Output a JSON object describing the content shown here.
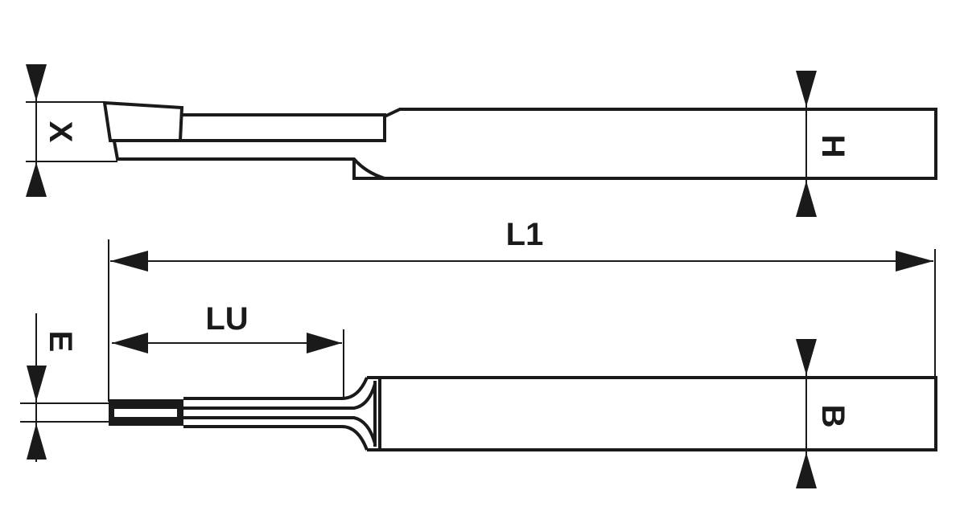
{
  "dimensions": {
    "x": "X",
    "h": "H",
    "l1": "L1",
    "lu": "LU",
    "e": "E",
    "b": "B"
  },
  "colors": {
    "line": "#1a1a1a",
    "background": "#ffffff"
  }
}
